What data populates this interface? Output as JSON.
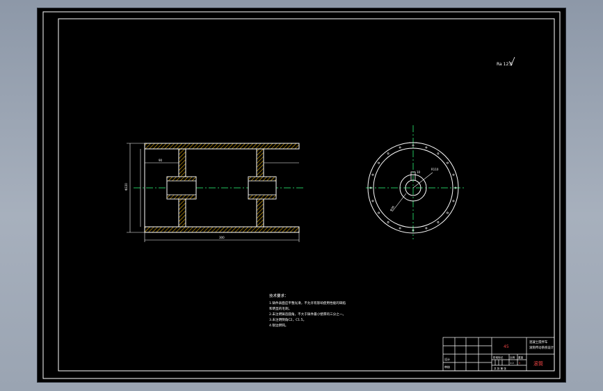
{
  "drawing": {
    "surface_roughness_note": "Ra 12.5",
    "colors": {
      "background": "#000000",
      "outline": "#ffffff",
      "centerline": "#22c55e",
      "hatch": "#eab308",
      "dimension": "#ffffff",
      "title_red": "#ef4444"
    },
    "section_view": {
      "dim_total_length": "300",
      "dim_diameter": "Φ220",
      "dim_gap": "90"
    },
    "end_view": {
      "dim_hole_diameter": "Φ36",
      "dim_radius": "R110",
      "keyway_label": "10"
    }
  },
  "tech_requirements": {
    "heading": "技术要求：",
    "items": [
      "1.铸件表面应平整光滑，不允许有影响使用性能的缺陷",
      "和明显的毛刺。",
      "2.未注明铸造圆角，不大于铸件最小壁厚的三分之一。",
      "3.未注明倒角C2，C1.5。",
      "4.锐边倒钝。"
    ]
  },
  "title_block": {
    "material": "45",
    "project_line1": "混凝土搅拌车",
    "project_line2": "滚筒传动系统设计",
    "part_name": "滚筒",
    "labels": {
      "designer": "设计",
      "checker": "审核",
      "scale_label": "比例",
      "weight_label": "重量",
      "stage_label": "阶段标记",
      "sheets_label": "共 张 第 张"
    },
    "scale_value": "1:2",
    "stage_value": "S"
  }
}
